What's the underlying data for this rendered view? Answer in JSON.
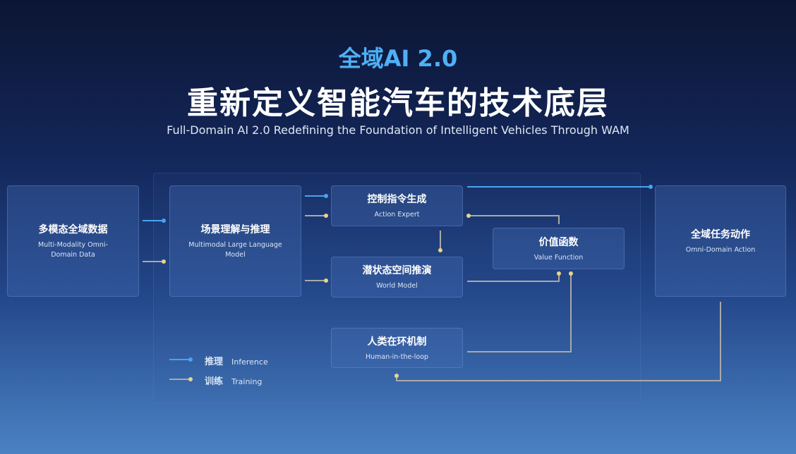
{
  "header": {
    "title_top": "全域AI 2.0",
    "title_main": "重新定义智能汽车的技术底层",
    "subtitle": "Full-Domain AI 2.0 Redefining the Foundation of Intelligent Vehicles Through WAM"
  },
  "colors": {
    "inference": "#4aa3f0",
    "training": "#a9a9a9",
    "dot_training": "#e8d58a"
  },
  "nodes": {
    "data": {
      "cn": "多模态全域数据",
      "en": "Multi-Modality Omni-Domain Data"
    },
    "scene": {
      "cn": "场景理解与推理",
      "en": "Multimodal Large Language Model"
    },
    "action": {
      "cn": "控制指令生成",
      "en": "Action Expert"
    },
    "world": {
      "cn": "潜状态空间推演",
      "en": "World Model"
    },
    "value": {
      "cn": "价值函数",
      "en": "Value Function"
    },
    "human": {
      "cn": "人类在环机制",
      "en": "Human-in-the-loop"
    },
    "omni": {
      "cn": "全域任务动作",
      "en": "Omni-Domain Action"
    }
  },
  "legend": {
    "inference_cn": "推理",
    "inference_en": "Inference",
    "training_cn": "训练",
    "training_en": "Training"
  }
}
